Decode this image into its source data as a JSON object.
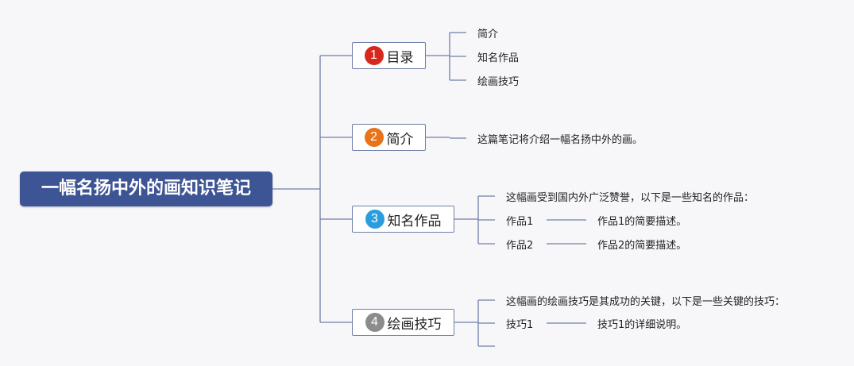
{
  "root": {
    "label": "一幅名扬中外的画知识笔记"
  },
  "topics": [
    {
      "number": "1",
      "label": "目录",
      "badge_color": "#d9271e",
      "children": [
        {
          "text": "简介"
        },
        {
          "text": "知名作品"
        },
        {
          "text": "绘画技巧"
        }
      ]
    },
    {
      "number": "2",
      "label": "简介",
      "badge_color": "#e8731a",
      "children": [
        {
          "text": "这篇笔记将介绍一幅名扬中外的画。"
        }
      ]
    },
    {
      "number": "3",
      "label": "知名作品",
      "badge_color": "#2a9de0",
      "children": [
        {
          "text": "这幅画受到国内外广泛赞誉，以下是一些知名的作品："
        },
        {
          "text": "作品1",
          "detail": "作品1的简要描述。"
        },
        {
          "text": "作品2",
          "detail": "作品2的简要描述。"
        }
      ]
    },
    {
      "number": "4",
      "label": "绘画技巧",
      "badge_color": "#8c8c8c",
      "children": [
        {
          "text": "这幅画的绘画技巧是其成功的关键，以下是一些关键的技巧："
        },
        {
          "text": "技巧1",
          "detail": "技巧1的详细说明。"
        },
        {
          "text": ""
        }
      ]
    }
  ],
  "colors": {
    "root_bg": "#3e5595",
    "line": "#6f7fa6",
    "box_border": "#6f7fa6"
  }
}
